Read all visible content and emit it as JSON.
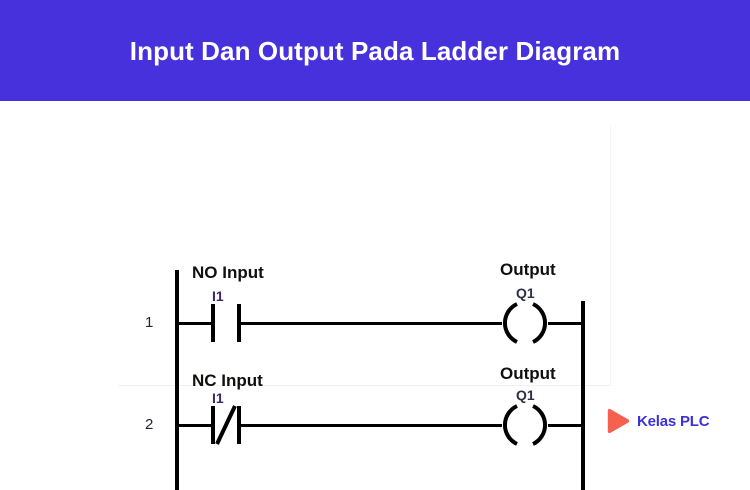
{
  "header": {
    "title": "Input Dan Output Pada Ladder Diagram",
    "background_color": "#4631DC",
    "text_color": "#FFFFFF"
  },
  "diagram": {
    "type": "ladder-logic-diagram",
    "rungs": [
      {
        "number": "1",
        "input_label": "NO Input",
        "input_tag": "I1",
        "input_type": "normally-open-contact",
        "output_label": "Output",
        "output_tag": "Q1",
        "output_type": "coil"
      },
      {
        "number": "2",
        "input_label": "NC Input",
        "input_tag": "I1",
        "input_type": "normally-closed-contact",
        "output_label": "Output",
        "output_tag": "Q1",
        "output_type": "coil"
      }
    ],
    "line_color": "#000000",
    "tag_color": "#3D2669",
    "output_tag_color": "#2C3045"
  },
  "brand": {
    "name": "Kelas PLC",
    "mark": "play-triangle-icon",
    "mark_color": "#F6604F",
    "text_color": "#3C30D6"
  }
}
